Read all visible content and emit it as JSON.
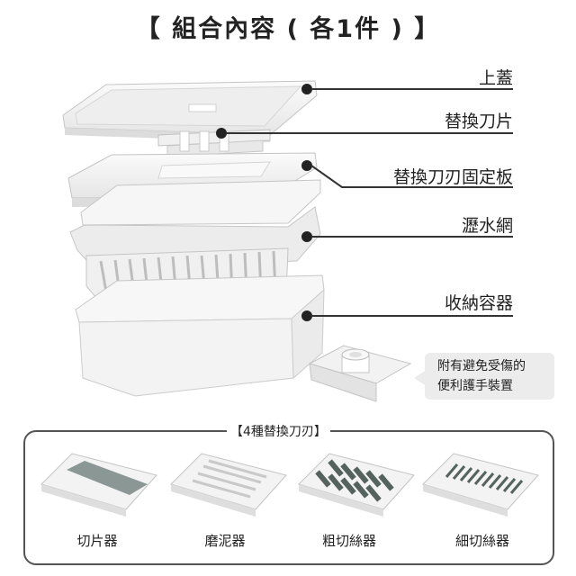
{
  "title": "【 組合內容 ( 各1件 ) 】",
  "parts": [
    {
      "label": "上蓋"
    },
    {
      "label": "替換刀片"
    },
    {
      "label": "替換刀刃固定板"
    },
    {
      "label": "瀝水網"
    },
    {
      "label": "收納容器"
    }
  ],
  "guard_note": {
    "line1": "附有避免受傷的",
    "line2": "便利護手裝置"
  },
  "blades_section": {
    "title": "【4種替換刀刃】",
    "items": [
      {
        "label": "切片器"
      },
      {
        "label": "磨泥器"
      },
      {
        "label": "粗切絲器"
      },
      {
        "label": "細切絲器"
      }
    ]
  },
  "colors": {
    "ink": "#222222",
    "plastic": "#f3f3f3",
    "outline": "#c9c9c9",
    "blade_dark": "#6b7a78"
  }
}
